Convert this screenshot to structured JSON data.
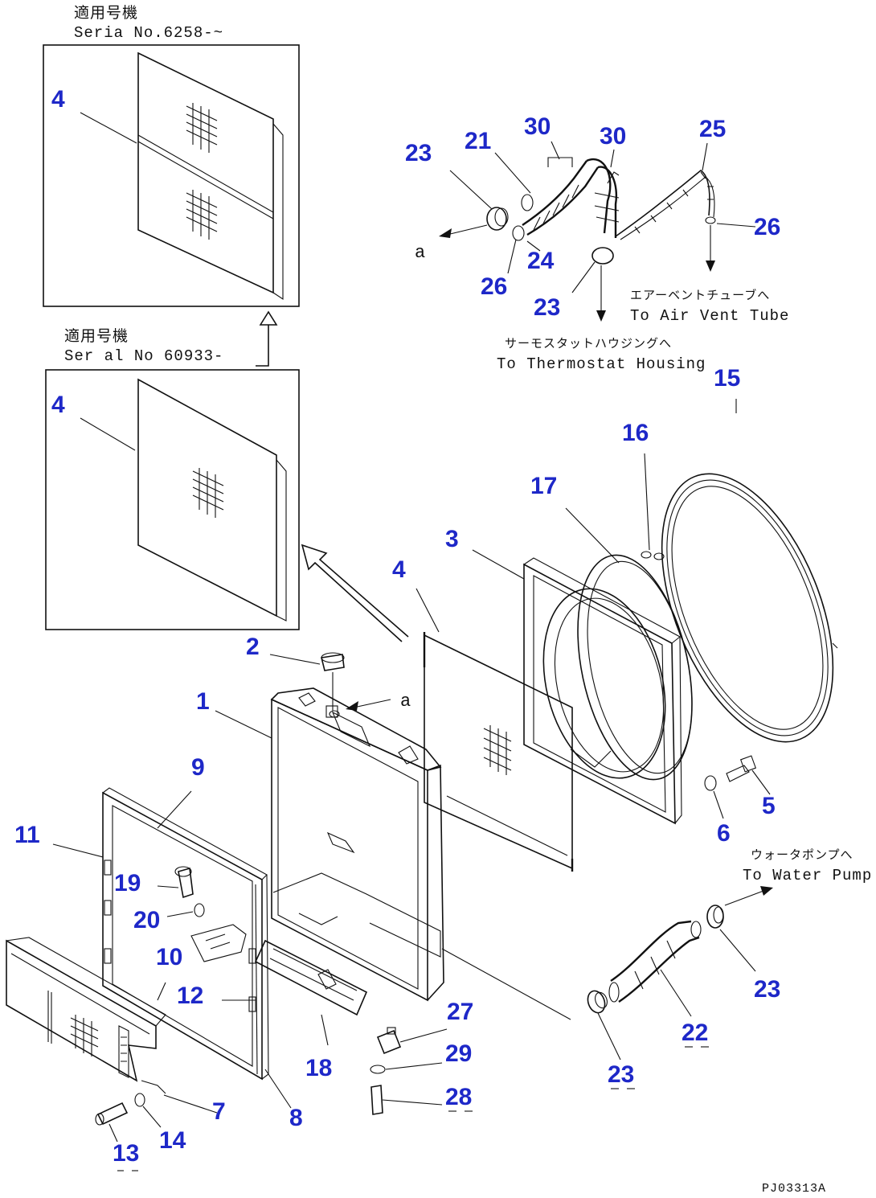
{
  "inset_top": {
    "title_jp": "適用号機",
    "title_en": "Seria  No.6258-~"
  },
  "inset_bottom": {
    "title_jp": "適用号機",
    "title_en": "Ser al No 60933-"
  },
  "notes": {
    "air_vent_jp": "エアーベントチューブへ",
    "air_vent_en": "To Air Vent Tube",
    "thermostat_jp": "サーモスタットハウジングへ",
    "thermostat_en": "To Thermostat Housing",
    "water_pump_jp": "ウォータポンプへ",
    "water_pump_en": "To Water Pump",
    "ref_a": "a"
  },
  "callouts": {
    "c1": "1",
    "c2": "2",
    "c3": "3",
    "c4": "4",
    "c5": "5",
    "c6": "6",
    "c7": "7",
    "c8": "8",
    "c9": "9",
    "c10": "10",
    "c11": "11",
    "c12": "12",
    "c13": "13",
    "c14": "14",
    "c15": "15",
    "c16": "16",
    "c17": "17",
    "c18": "18",
    "c19": "19",
    "c20": "20",
    "c21": "21",
    "c22": "22",
    "c23": "23",
    "c24": "24",
    "c25": "25",
    "c26": "26",
    "c27": "27",
    "c28": "28",
    "c29": "29",
    "c30": "30"
  },
  "drawing_code": "PJ03313A",
  "colors": {
    "callout": "#1e28c8",
    "line": "#111111"
  }
}
